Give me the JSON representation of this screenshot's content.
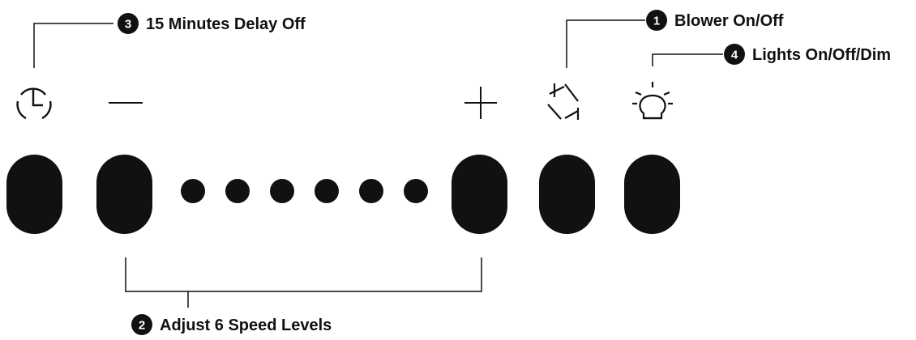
{
  "callouts": {
    "timer": {
      "number": "3",
      "label": "15 Minutes Delay Off"
    },
    "blower": {
      "number": "1",
      "label": "Blower On/Off"
    },
    "lights": {
      "number": "4",
      "label": "Lights On/Off/Dim"
    },
    "speed": {
      "number": "2",
      "label": "Adjust 6 Speed Levels"
    }
  },
  "buttons": [
    {
      "id": "timer",
      "icon": "clock-icon"
    },
    {
      "id": "minus",
      "icon": "minus-icon"
    },
    {
      "id": "plus",
      "icon": "plus-icon"
    },
    {
      "id": "blower",
      "icon": "blower-icon"
    },
    {
      "id": "light",
      "icon": "light-bulb-icon"
    }
  ],
  "speed_levels": 6,
  "colors": {
    "ink": "#111111",
    "background": "#ffffff"
  }
}
